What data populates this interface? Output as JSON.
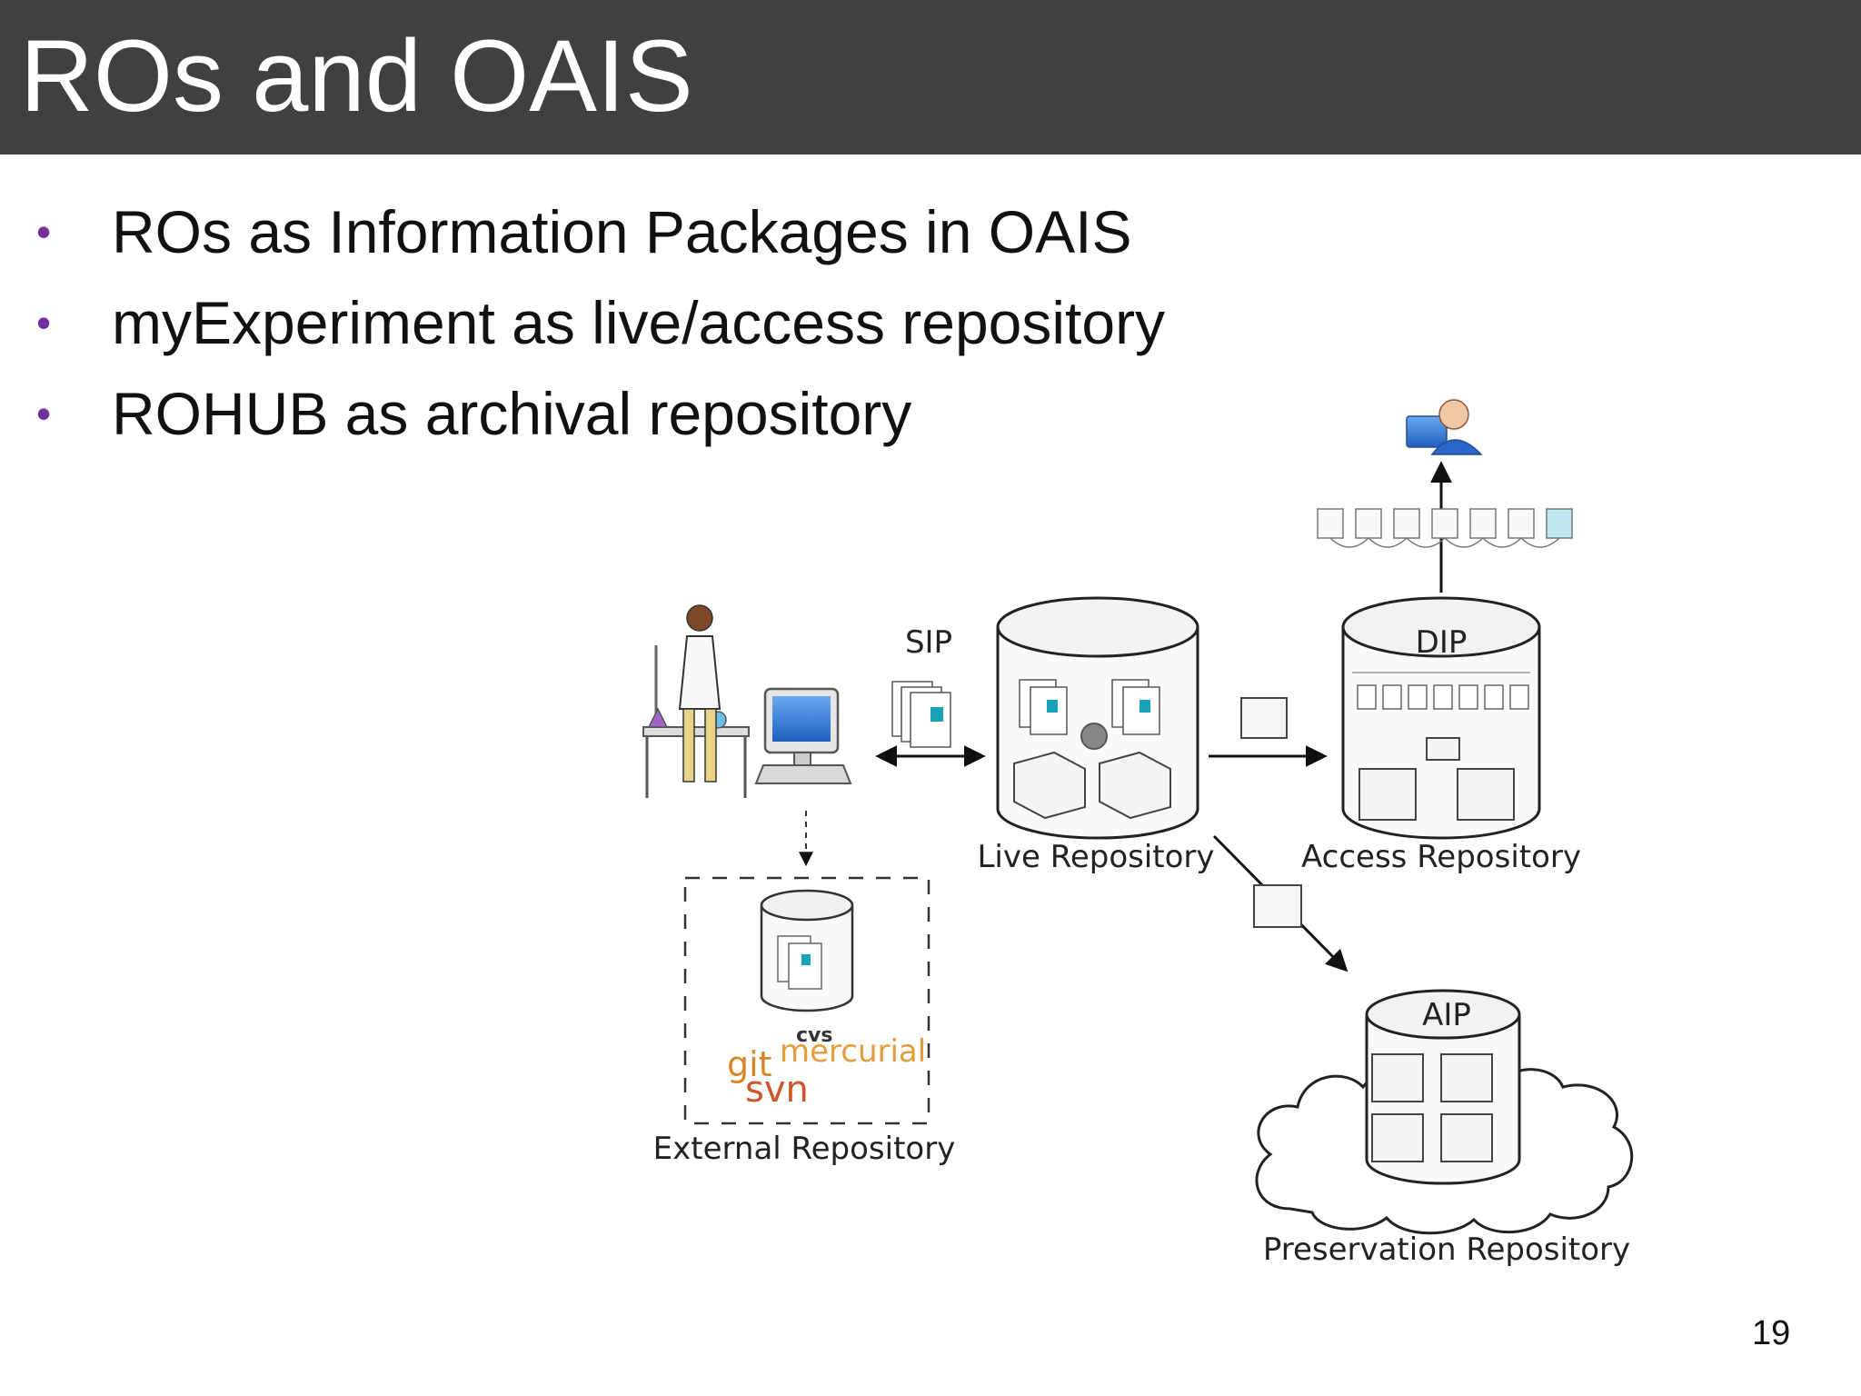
{
  "slide": {
    "title": "ROs and OAIS",
    "page_number": "19",
    "accent_color": "#7030a0",
    "title_bar_color": "#404040"
  },
  "bullets": [
    {
      "text": "ROs as Information Packages in OAIS"
    },
    {
      "text": "myExperiment as live/access repository"
    },
    {
      "text": "ROHUB as archival repository"
    }
  ],
  "diagram": {
    "sip_label": "SIP",
    "dip_label": "DIP",
    "aip_label": "AIP",
    "live_repository_label": "Live Repository",
    "access_repository_label": "Access Repository",
    "external_repository_label": "External Repository",
    "preservation_repository_label": "Preservation Repository",
    "vcs_words": [
      "cvs",
      "mercurial",
      "git",
      "svn"
    ],
    "icons": [
      "scientist-icon",
      "computer-icon",
      "user-icon",
      "document-stack-icon",
      "gear-icon",
      "box-icon",
      "cloud-icon",
      "database-icon"
    ]
  }
}
